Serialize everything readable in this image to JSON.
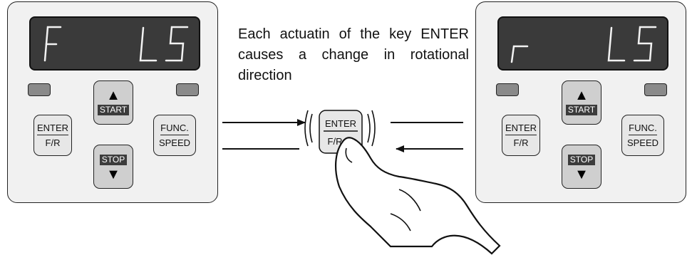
{
  "left_panel": {
    "display_text": "F   LS",
    "keys": {
      "start": {
        "icon": "triangle-up-icon",
        "label": "START"
      },
      "stop": {
        "icon": "triangle-down-icon",
        "label": "STOP"
      },
      "enter": {
        "top": "ENTER",
        "bottom": "F/R"
      },
      "func": {
        "top": "FUNC.",
        "bottom": "SPEED"
      }
    }
  },
  "right_panel": {
    "display_text": "r   LS",
    "keys": {
      "start": {
        "icon": "triangle-up-icon",
        "label": "START"
      },
      "stop": {
        "icon": "triangle-down-icon",
        "label": "STOP"
      },
      "enter": {
        "top": "ENTER",
        "bottom": "F/R"
      },
      "func": {
        "top": "FUNC.",
        "bottom": "SPEED"
      }
    }
  },
  "caption": "Each actuatin of the key ENTER causes a change in rotational direction",
  "center_key": {
    "top": "ENTER",
    "bottom": "F/R"
  },
  "colors": {
    "display_bg": "#3a3a3a",
    "segment": "#f2f2f2",
    "panel_bg": "#f1f1f1"
  }
}
